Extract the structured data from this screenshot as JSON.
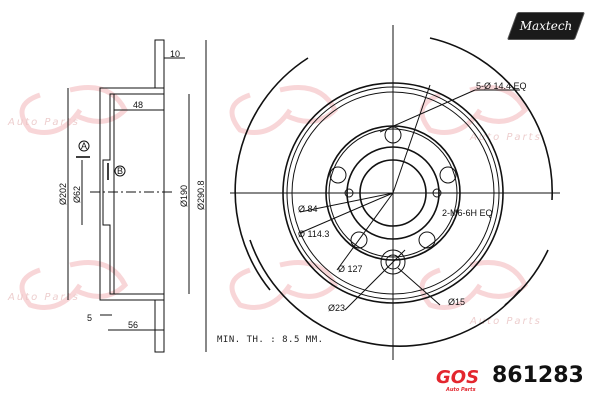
{
  "brand": {
    "logo_text": "Maxtech",
    "maker_logo_text": "GOS",
    "maker_logo_sub": "Auto Parts",
    "watermark_text": "Auto Parts",
    "accent": "#e3262e"
  },
  "part_number": "861283",
  "min_thickness": "MIN. TH. : 8.5 MM.",
  "side_view": {
    "thickness": "10",
    "hat_depth": "48",
    "offset": "56",
    "flange": "5",
    "dia_outer": "Ø290.8",
    "dia_inner_ring": "Ø190",
    "dia_hat": "Ø202",
    "dia_center": "Ø62",
    "datum_a": "A",
    "datum_b": "B"
  },
  "front_view": {
    "bolt_holes": "5-Ø 14.4 EQ",
    "threaded_holes": "2-M6-6H EQ",
    "d84": "Ø 84",
    "d114": "Ø 114.3",
    "d127": "Ø 127",
    "d23": "Ø23",
    "d15": "Ø15"
  }
}
